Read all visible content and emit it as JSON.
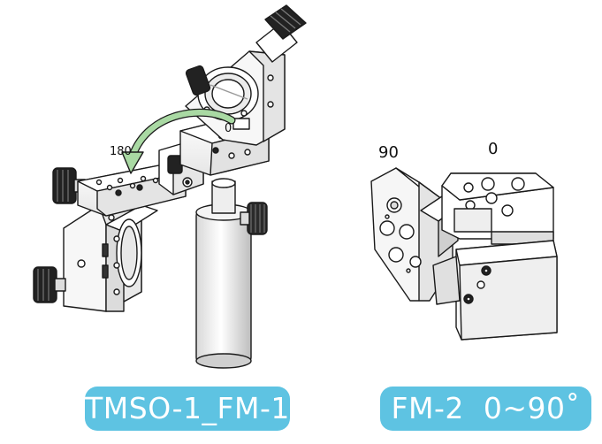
{
  "left_product": {
    "caption": "TMSO-1_FM-1",
    "angle_start": "180",
    "angle_end": "0"
  },
  "right_product": {
    "caption": "FM-2  0~90˚",
    "angle_left": "90",
    "angle_right": "0"
  },
  "colors": {
    "caption_background": "#5ec3e2",
    "caption_text": "#ffffff",
    "rotation_arrow": "#9fd39a",
    "line_art": "#1a1a1a",
    "knob": "#222222"
  }
}
